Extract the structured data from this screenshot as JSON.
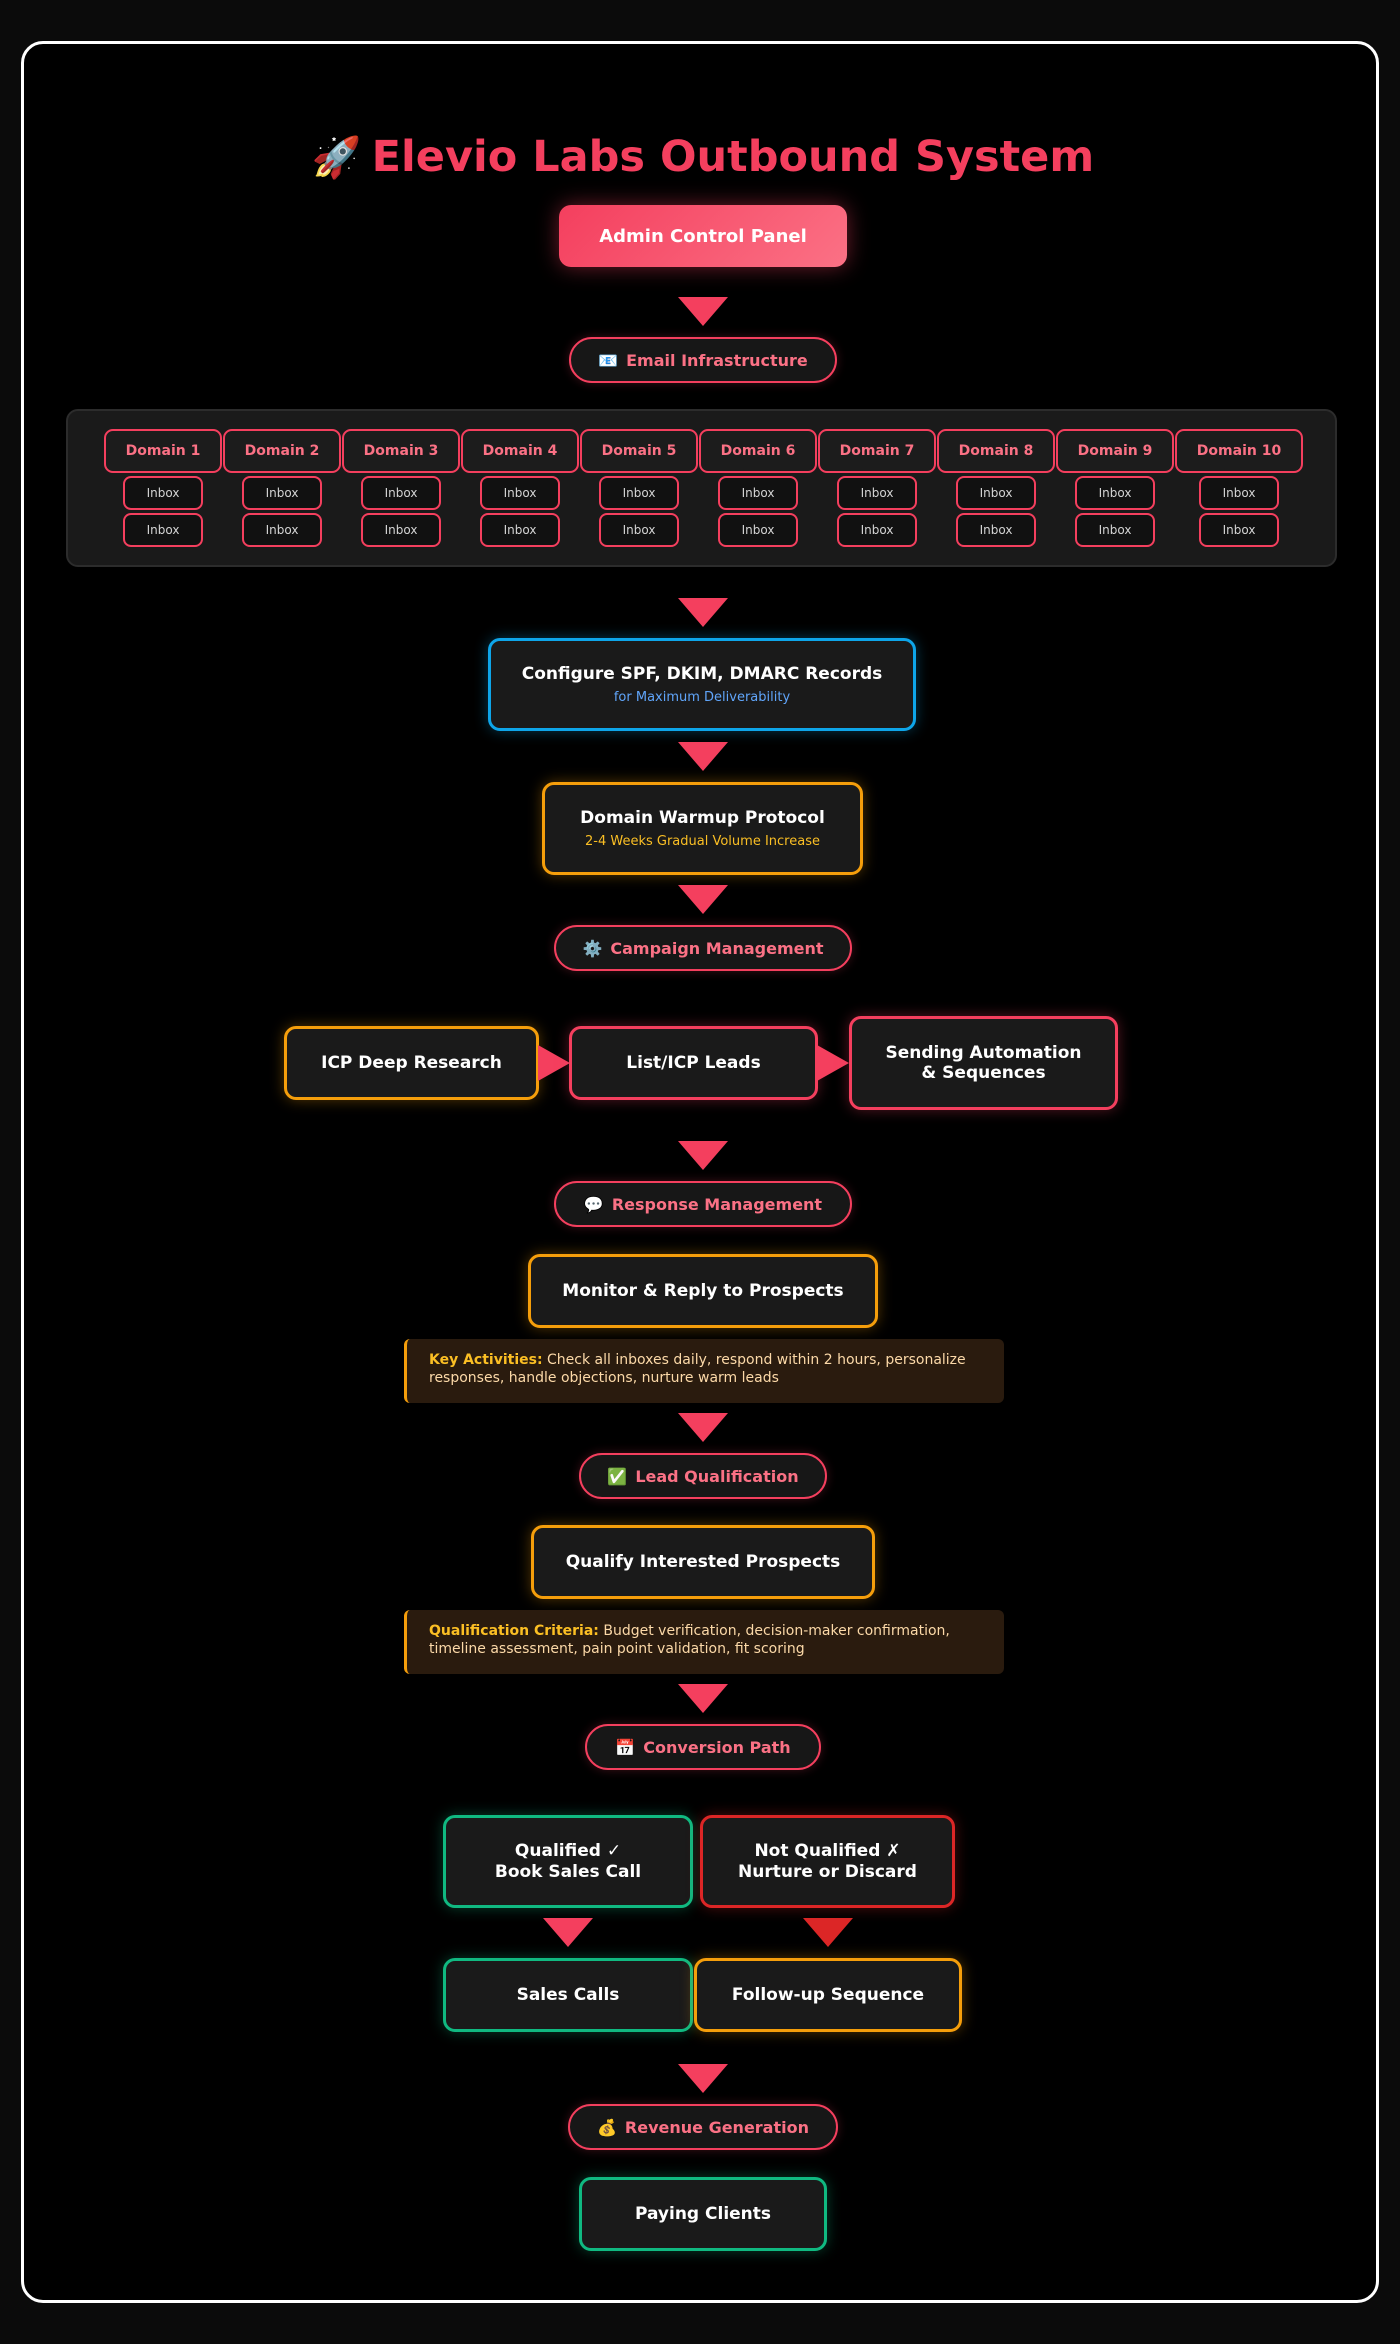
{
  "title": {
    "icon": "🚀",
    "text": "Elevio Labs Outbound System"
  },
  "admin": "Admin Control Panel",
  "email_infra": {
    "icon": "📧",
    "label": "Email Infrastructure"
  },
  "domains": [
    {
      "name": "Domain 1",
      "inboxes": [
        "Inbox",
        "Inbox"
      ]
    },
    {
      "name": "Domain 2",
      "inboxes": [
        "Inbox",
        "Inbox"
      ]
    },
    {
      "name": "Domain 3",
      "inboxes": [
        "Inbox",
        "Inbox"
      ]
    },
    {
      "name": "Domain 4",
      "inboxes": [
        "Inbox",
        "Inbox"
      ]
    },
    {
      "name": "Domain 5",
      "inboxes": [
        "Inbox",
        "Inbox"
      ]
    },
    {
      "name": "Domain 6",
      "inboxes": [
        "Inbox",
        "Inbox"
      ]
    },
    {
      "name": "Domain 7",
      "inboxes": [
        "Inbox",
        "Inbox"
      ]
    },
    {
      "name": "Domain 8",
      "inboxes": [
        "Inbox",
        "Inbox"
      ]
    },
    {
      "name": "Domain 9",
      "inboxes": [
        "Inbox",
        "Inbox"
      ]
    },
    {
      "name": "Domain 10",
      "inboxes": [
        "Inbox",
        "Inbox"
      ]
    }
  ],
  "configure": {
    "title": "Configure SPF, DKIM, DMARC Records",
    "sub": "for Maximum Deliverability"
  },
  "warmup": {
    "title": "Domain Warmup Protocol",
    "sub": "2-4 Weeks Gradual Volume Increase"
  },
  "campaign": {
    "icon": "⚙️",
    "label": "Campaign Management"
  },
  "icp_research": "ICP Deep Research",
  "list_leads": "List/ICP Leads",
  "sending": {
    "line1": "Sending Automation",
    "line2": "& Sequences"
  },
  "response": {
    "icon": "💬",
    "label": "Response Management"
  },
  "monitor": "Monitor & Reply to Prospects",
  "key_activities": {
    "key": "Key Activities:",
    "text": " Check all inboxes daily, respond within 2 hours, personalize responses, handle objections, nurture warm leads"
  },
  "qualification": {
    "icon": "✅",
    "label": "Lead Qualification"
  },
  "qualify": "Qualify Interested Prospects",
  "criteria": {
    "key": "Qualification Criteria:",
    "text": " Budget verification, decision-maker confirmation, timeline assessment, pain point validation, fit scoring"
  },
  "conversion": {
    "icon": "📅",
    "label": "Conversion Path"
  },
  "qualified": {
    "line1": "Qualified ✓",
    "line2": "Book Sales Call"
  },
  "not_qualified": {
    "line1": "Not Qualified ✗",
    "line2": "Nurture or Discard"
  },
  "sales_calls": "Sales Calls",
  "follow_up": "Follow-up Sequence",
  "revenue": {
    "icon": "💰",
    "label": "Revenue Generation"
  },
  "paying_clients": "Paying Clients",
  "colors": {
    "accent": "#f43f5e",
    "blue": "#0ea5e9",
    "orange": "#f59e0b",
    "green": "#10b981",
    "red": "#dc2626"
  }
}
